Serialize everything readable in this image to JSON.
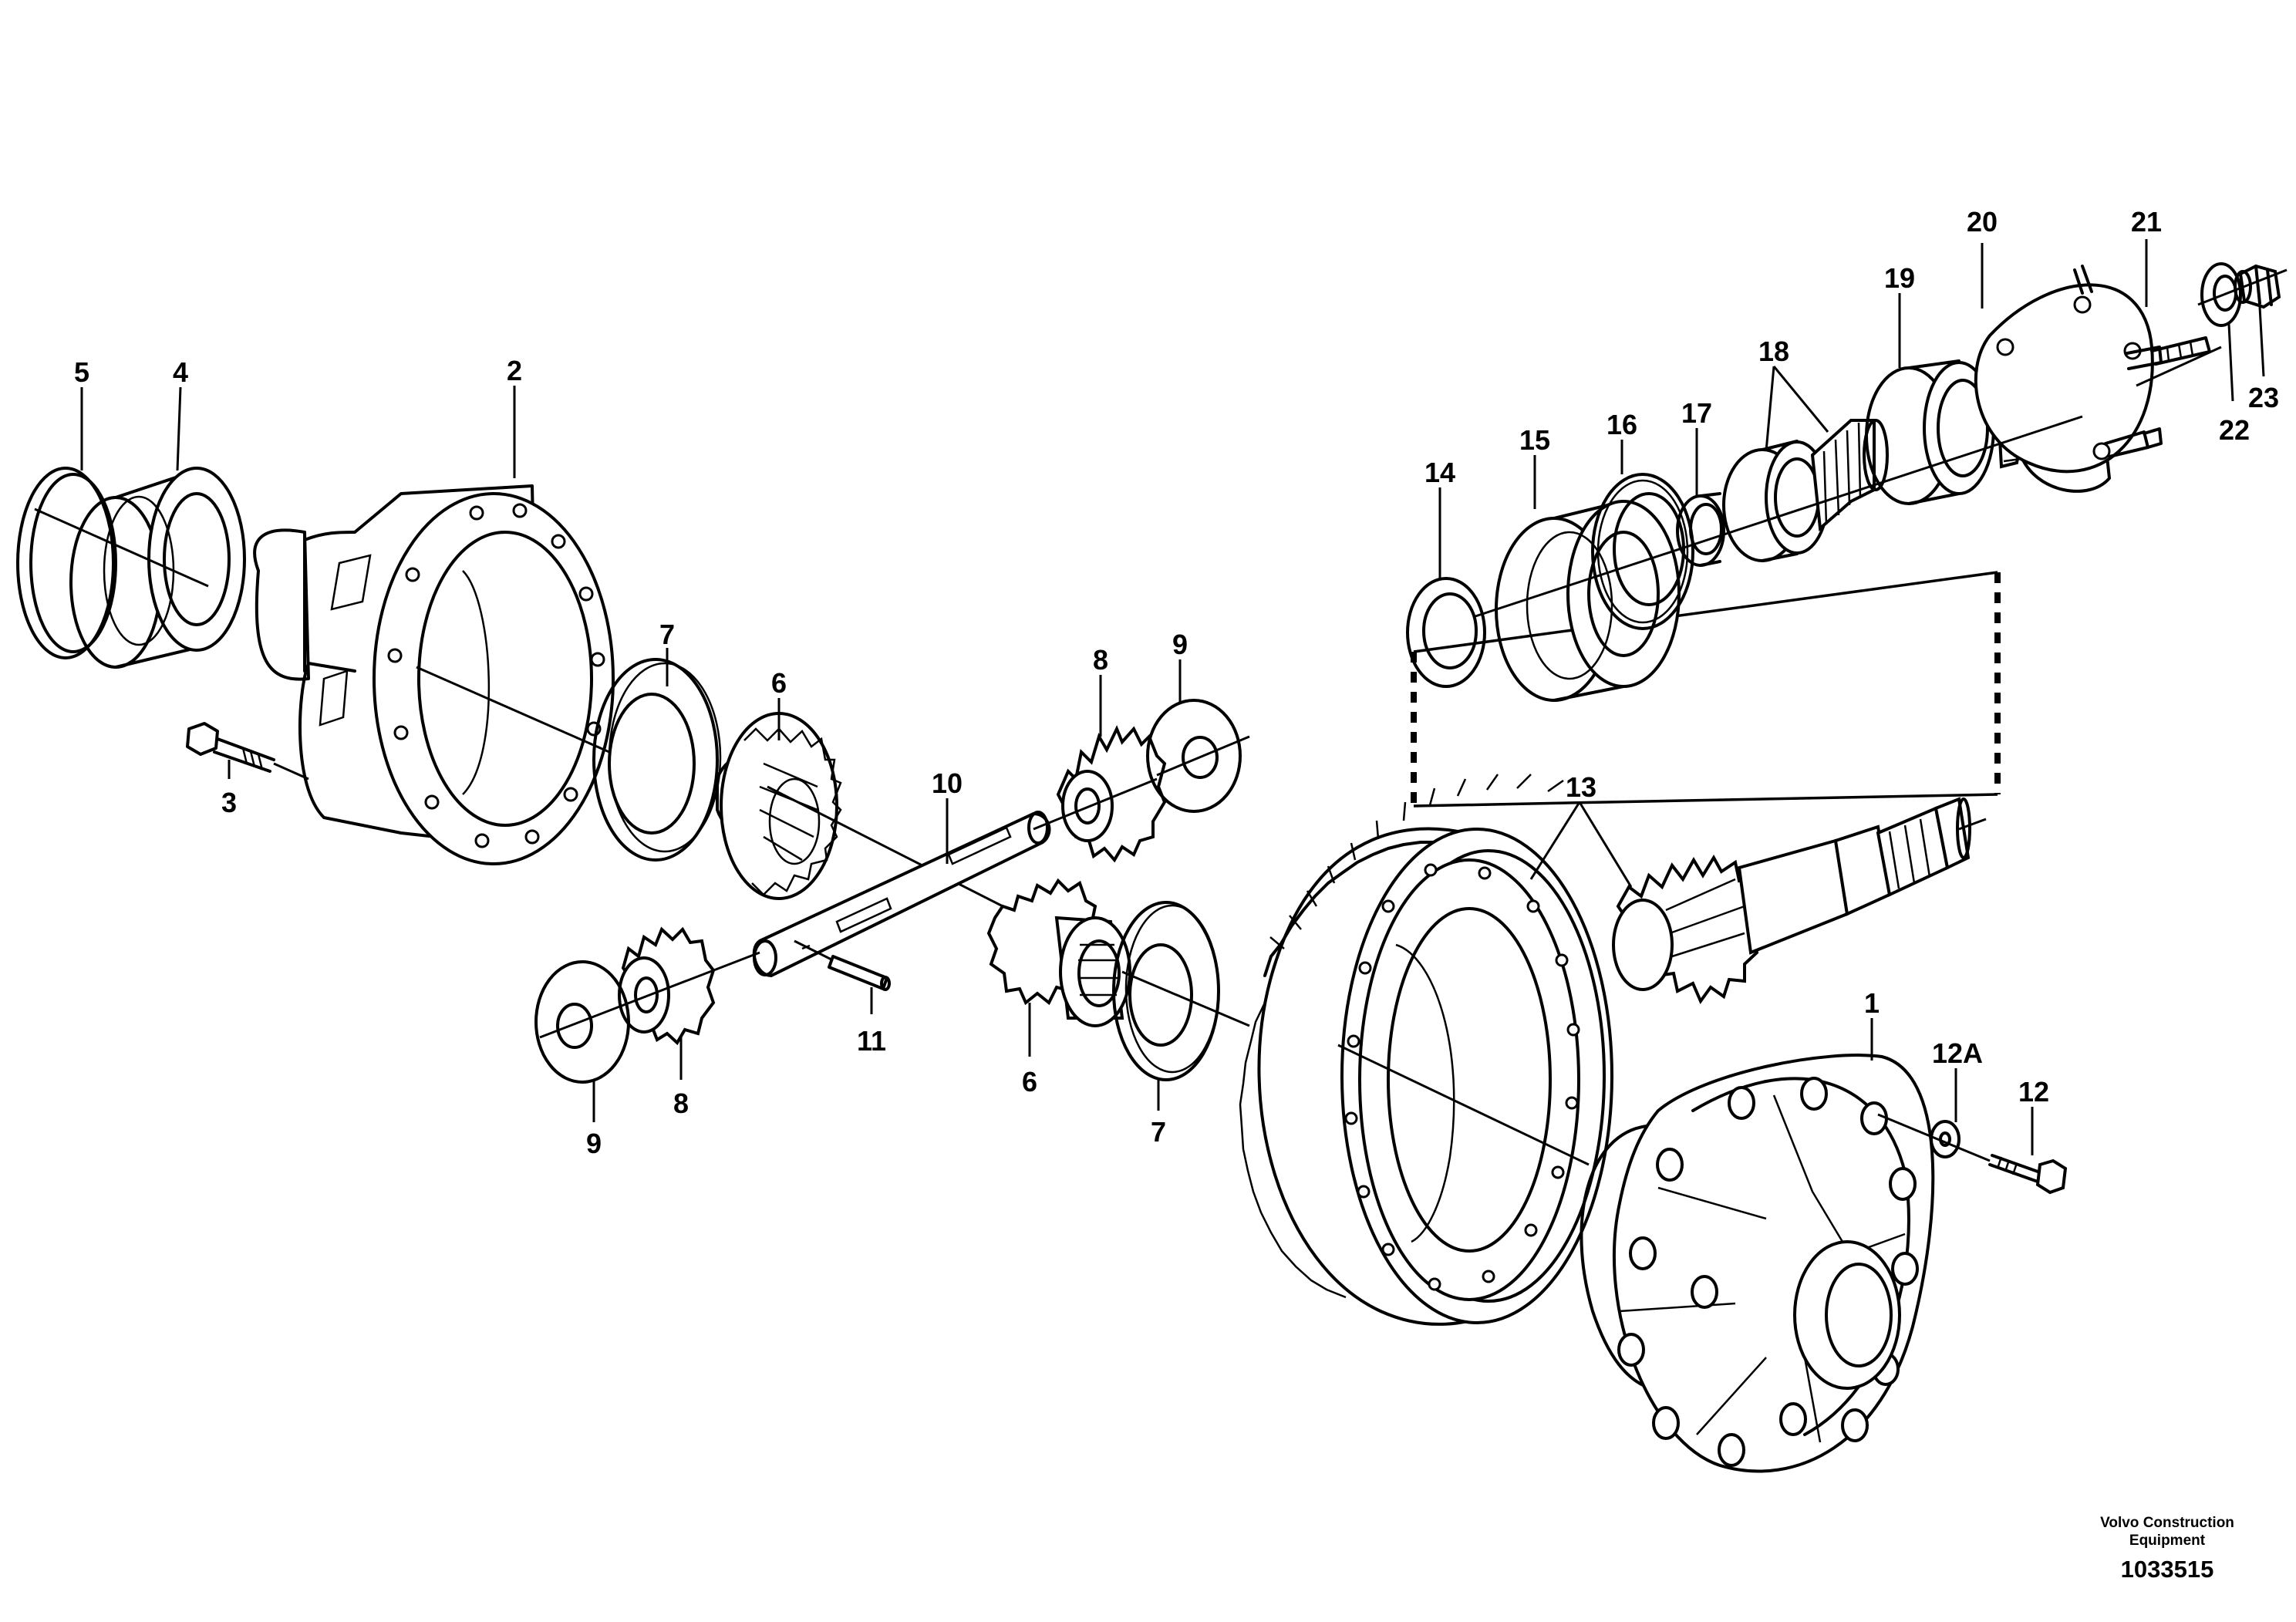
{
  "callouts": {
    "c1": "1",
    "c2": "2",
    "c3": "3",
    "c4": "4",
    "c5": "5",
    "c6a": "6",
    "c6b": "6",
    "c7a": "7",
    "c7b": "7",
    "c8a": "8",
    "c8b": "8",
    "c9a": "9",
    "c9b": "9",
    "c10": "10",
    "c11": "11",
    "c12": "12",
    "c12a": "12A",
    "c13": "13",
    "c14": "14",
    "c15": "15",
    "c16": "16",
    "c17": "17",
    "c18": "18",
    "c19": "19",
    "c20": "20",
    "c21": "21",
    "c22": "22",
    "c23": "23"
  },
  "footer": {
    "brand_line1": "Volvo Construction",
    "brand_line2": "Equipment",
    "doc_number": "1033515"
  }
}
